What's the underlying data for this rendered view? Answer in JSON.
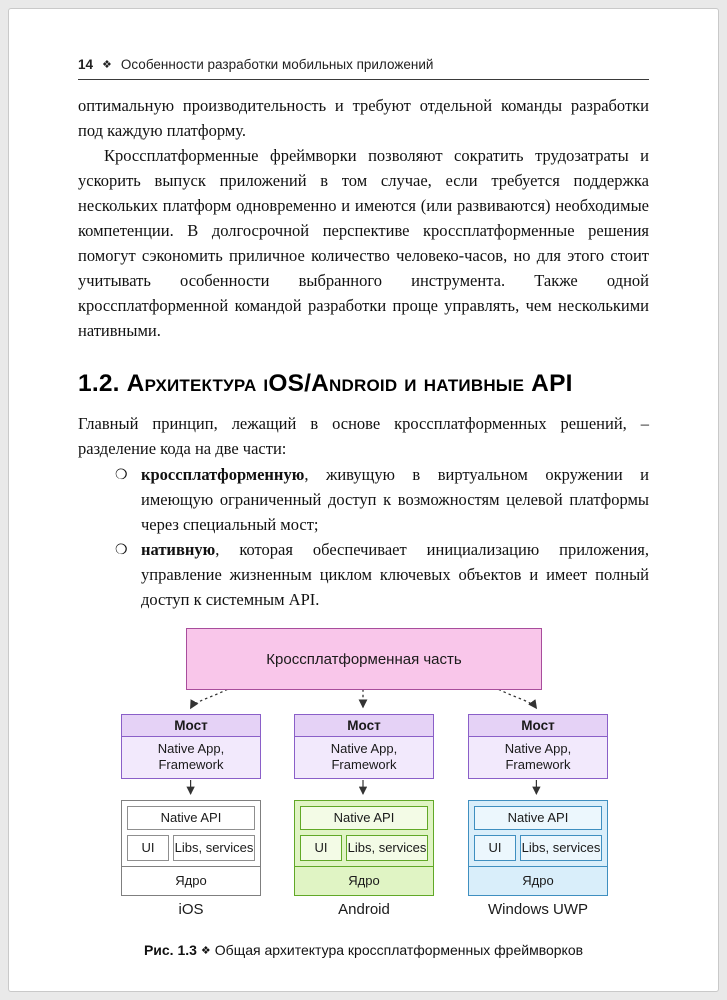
{
  "page": {
    "header": {
      "page_number": "14",
      "separator": "❖",
      "title": "Особенности разработки мобильных приложений"
    },
    "paragraphs": {
      "p1": "оптимальную производительность и требуют отдельной команды разработки под каждую платформу.",
      "p2": "Кроссплатформенные фреймворки позволяют сократить трудозатраты и ускорить выпуск приложений в том случае, если требуется поддержка нескольких платформ одновременно и имеются (или развиваются) необходимые компетенции. В долгосрочной перспективе кроссплатформенные решения помогут сэкономить приличное количество человеко-часов, но для этого стоит учитывать особенности выбранного инструмента. Также одной кроссплатформенной командой разработки проще управлять, чем несколькими нативными."
    },
    "section": {
      "heading": "1.2. Архитектура iOS/Android и нативные API",
      "intro": "Главный принцип, лежащий в основе кроссплатформенных решений, – разделение кода на две части:",
      "bullet_marker": "❍",
      "bullets": [
        {
          "lead": "кроссплатформенную",
          "text": ", живущую в виртуальном окружении и имеющую ограниченный доступ к возможностям целевой платформы через специальный мост;"
        },
        {
          "lead": "нативную",
          "text": ", которая обеспечивает инициализацию приложения, управление жизненным циклом ключевых объектов и имеет полный доступ к системным API."
        }
      ]
    },
    "figure": {
      "top_box": "Кроссплатформенная часть",
      "columns": [
        {
          "bridge_title": "Мост",
          "bridge_body": "Native App,\nFramework",
          "api": "Native API",
          "ui": "UI",
          "libs": "Libs, services",
          "core": "Ядро",
          "label": "iOS"
        },
        {
          "bridge_title": "Мост",
          "bridge_body": "Native App,\nFramework",
          "api": "Native API",
          "ui": "UI",
          "libs": "Libs, services",
          "core": "Ядро",
          "label": "Android"
        },
        {
          "bridge_title": "Мост",
          "bridge_body": "Native App,\nFramework",
          "api": "Native API",
          "ui": "UI",
          "libs": "Libs, services",
          "core": "Ядро",
          "label": "Windows UWP"
        }
      ],
      "colors": {
        "top_box_fill": "#f9c6ea",
        "top_box_border": "#a84d9c",
        "bridge_fill": "#e5d2f6",
        "bridge_border": "#8a5fc8",
        "ios_border": "#7f7f7f",
        "android_fill": "#e0f4c4",
        "android_border": "#61a827",
        "windows_fill": "#d9eefa",
        "windows_border": "#3f8fc0"
      },
      "caption_label": "Рис. 1.3",
      "caption_separator": "❖",
      "caption_text": "Общая архитектура кроссплатформенных фреймворков"
    }
  }
}
